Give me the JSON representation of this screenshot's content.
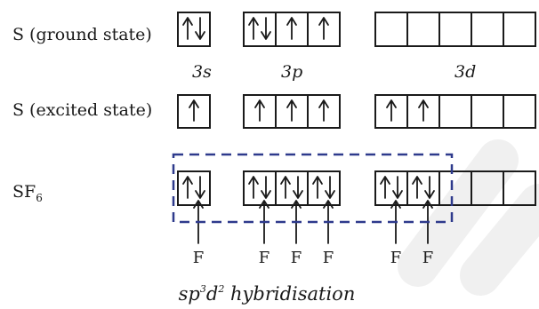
{
  "rows": {
    "ground": {
      "label": "S (ground state)",
      "s": [
        "ud"
      ],
      "p": [
        "ud",
        "u",
        "u"
      ],
      "d": [
        "",
        "",
        "",
        "",
        ""
      ]
    },
    "excited": {
      "label": "S (excited state)",
      "s": [
        "u"
      ],
      "p": [
        "u",
        "u",
        "u"
      ],
      "d": [
        "u",
        "u",
        "",
        "",
        ""
      ]
    },
    "sf6": {
      "label_main": "SF",
      "label_sub": "6",
      "s": [
        "ud"
      ],
      "p": [
        "ud",
        "ud",
        "ud"
      ],
      "d": [
        "ud",
        "ud",
        "",
        "",
        ""
      ]
    }
  },
  "orbital_labels": {
    "s": "3s",
    "p": "3p",
    "d": "3d"
  },
  "ligand_label": "F",
  "ligand_count": 6,
  "caption": {
    "p1": "sp",
    "sup1": "3",
    "p2": "d",
    "sup2": "2",
    "p3": " hybridisation"
  },
  "colors": {
    "ink": "#1a1a1a",
    "dashed_border": "#2e3a8c",
    "watermark": "#f0f0f0"
  }
}
